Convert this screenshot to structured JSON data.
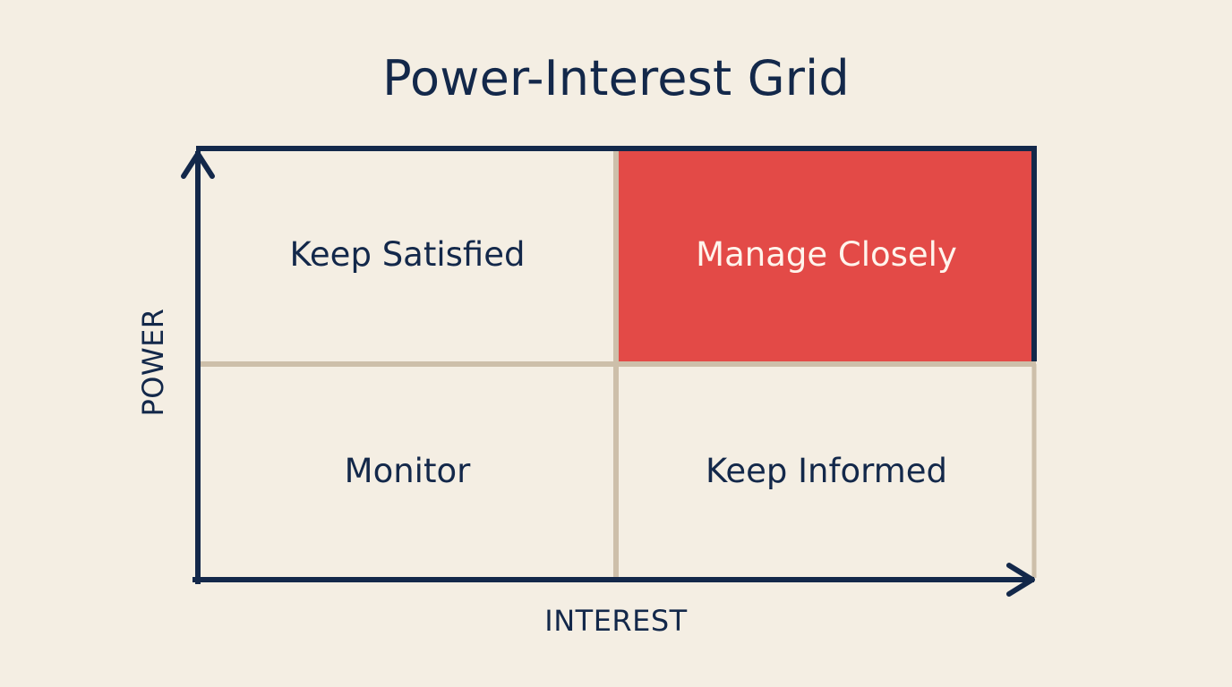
{
  "title": "Power-Interest Grid",
  "axes": {
    "x_label": "INTEREST",
    "y_label": "POWER"
  },
  "quadrants": {
    "top_left": "Keep Satisfied",
    "top_right": "Manage Closely",
    "bottom_left": "Monitor",
    "bottom_right": "Keep Informed"
  },
  "colors": {
    "background": "#f4eee3",
    "axis": "#13284a",
    "divider": "#cdbfaa",
    "highlight": "#e34a47",
    "highlight_text": "#fff4ec"
  }
}
